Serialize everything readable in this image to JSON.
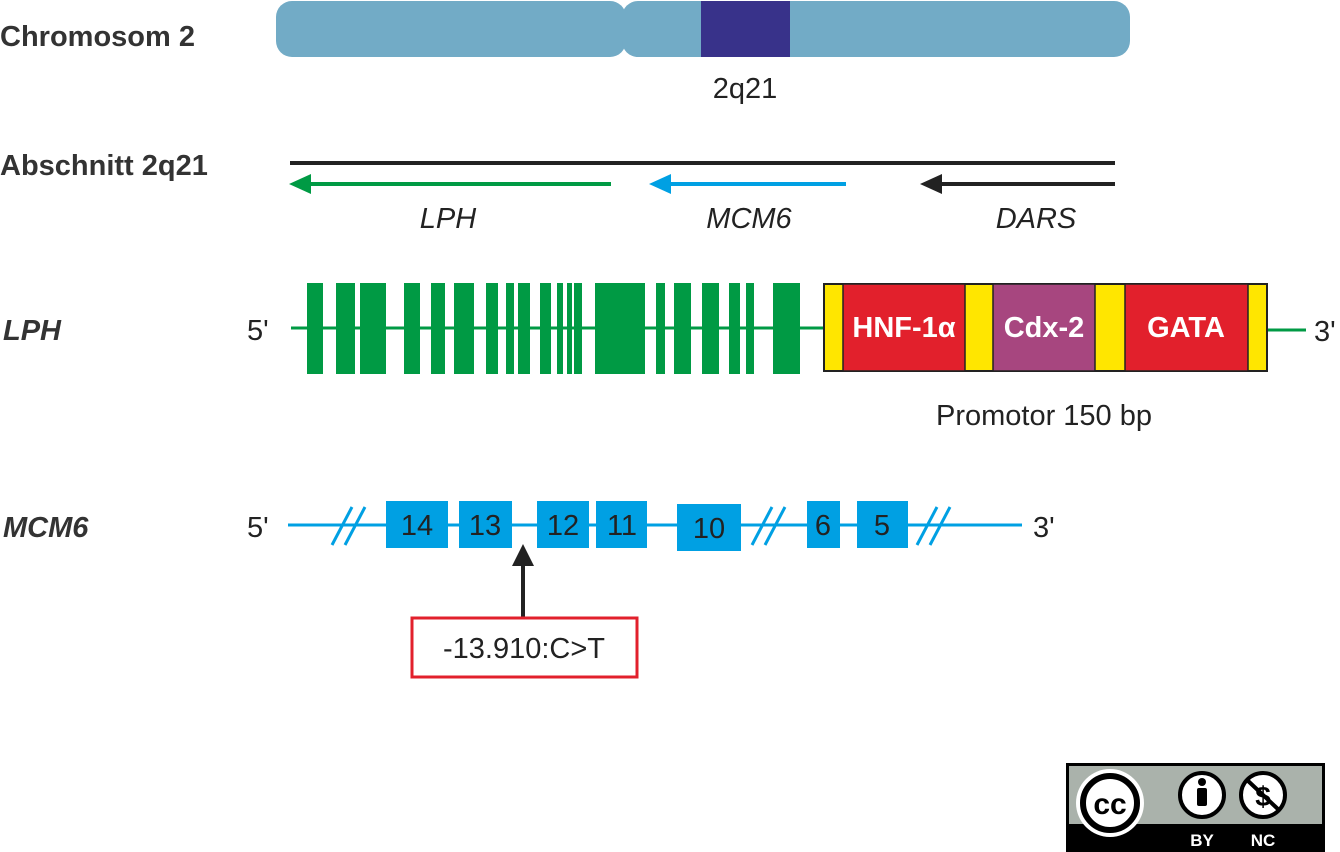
{
  "chromosome": {
    "label": "Chromosom 2",
    "band_label": "2q21",
    "colors": {
      "arm": "#72abc6",
      "band": "#38328a"
    }
  },
  "section": {
    "label": "Abschnitt 2q21",
    "genes": [
      {
        "name": "LPH",
        "color": "#009a44"
      },
      {
        "name": "MCM6",
        "color": "#00a0e3"
      },
      {
        "name": "DARS",
        "color": "#222222"
      }
    ]
  },
  "lph": {
    "label": "LPH",
    "five_prime": "5'",
    "three_prime": "3'",
    "color": "#009a44",
    "promoter": {
      "label": "Promotor 150 bp",
      "elements": [
        {
          "name": "HNF-1α",
          "color": "#e2202c"
        },
        {
          "name": "Cdx-2",
          "color": "#a7467f"
        },
        {
          "name": "GATA",
          "color": "#e2202c"
        }
      ],
      "spacer_color": "#ffe600"
    }
  },
  "mcm6": {
    "label": "MCM6",
    "five_prime": "5'",
    "three_prime": "3'",
    "color": "#00a0e3",
    "exons": [
      "14",
      "13",
      "12",
      "11",
      "10",
      "6",
      "5"
    ],
    "variant": {
      "label": "-13.910:C>T",
      "box_color": "#e2202c"
    }
  },
  "license": {
    "by": "BY",
    "nc": "NC",
    "cc": "cc"
  }
}
